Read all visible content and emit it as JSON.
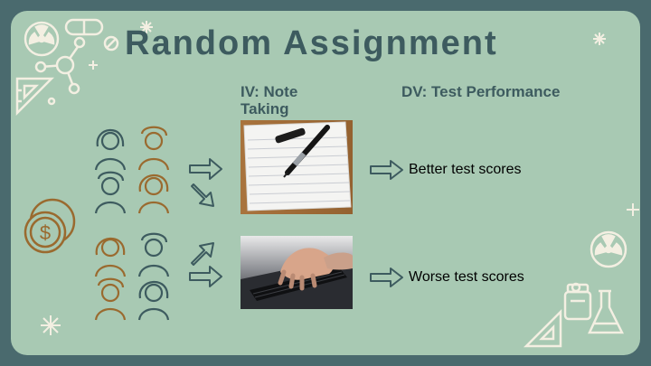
{
  "slide": {
    "title": "Random Assignment",
    "iv_header": "IV: Note Taking",
    "dv_header": "DV: Test Performance",
    "outcomes": [
      "Better test scores",
      "Worse test scores"
    ],
    "images": [
      {
        "icon": "paper-and-pen-photo"
      },
      {
        "icon": "typing-on-laptop-photo"
      }
    ],
    "colors": {
      "border": "#4a6a6e",
      "background": "#a8c9b3",
      "title": "#3d5b5f",
      "icon_teal": "#3d5b5f",
      "icon_brown": "#9a6a2f",
      "icon_cream": "#f3efe2"
    }
  }
}
